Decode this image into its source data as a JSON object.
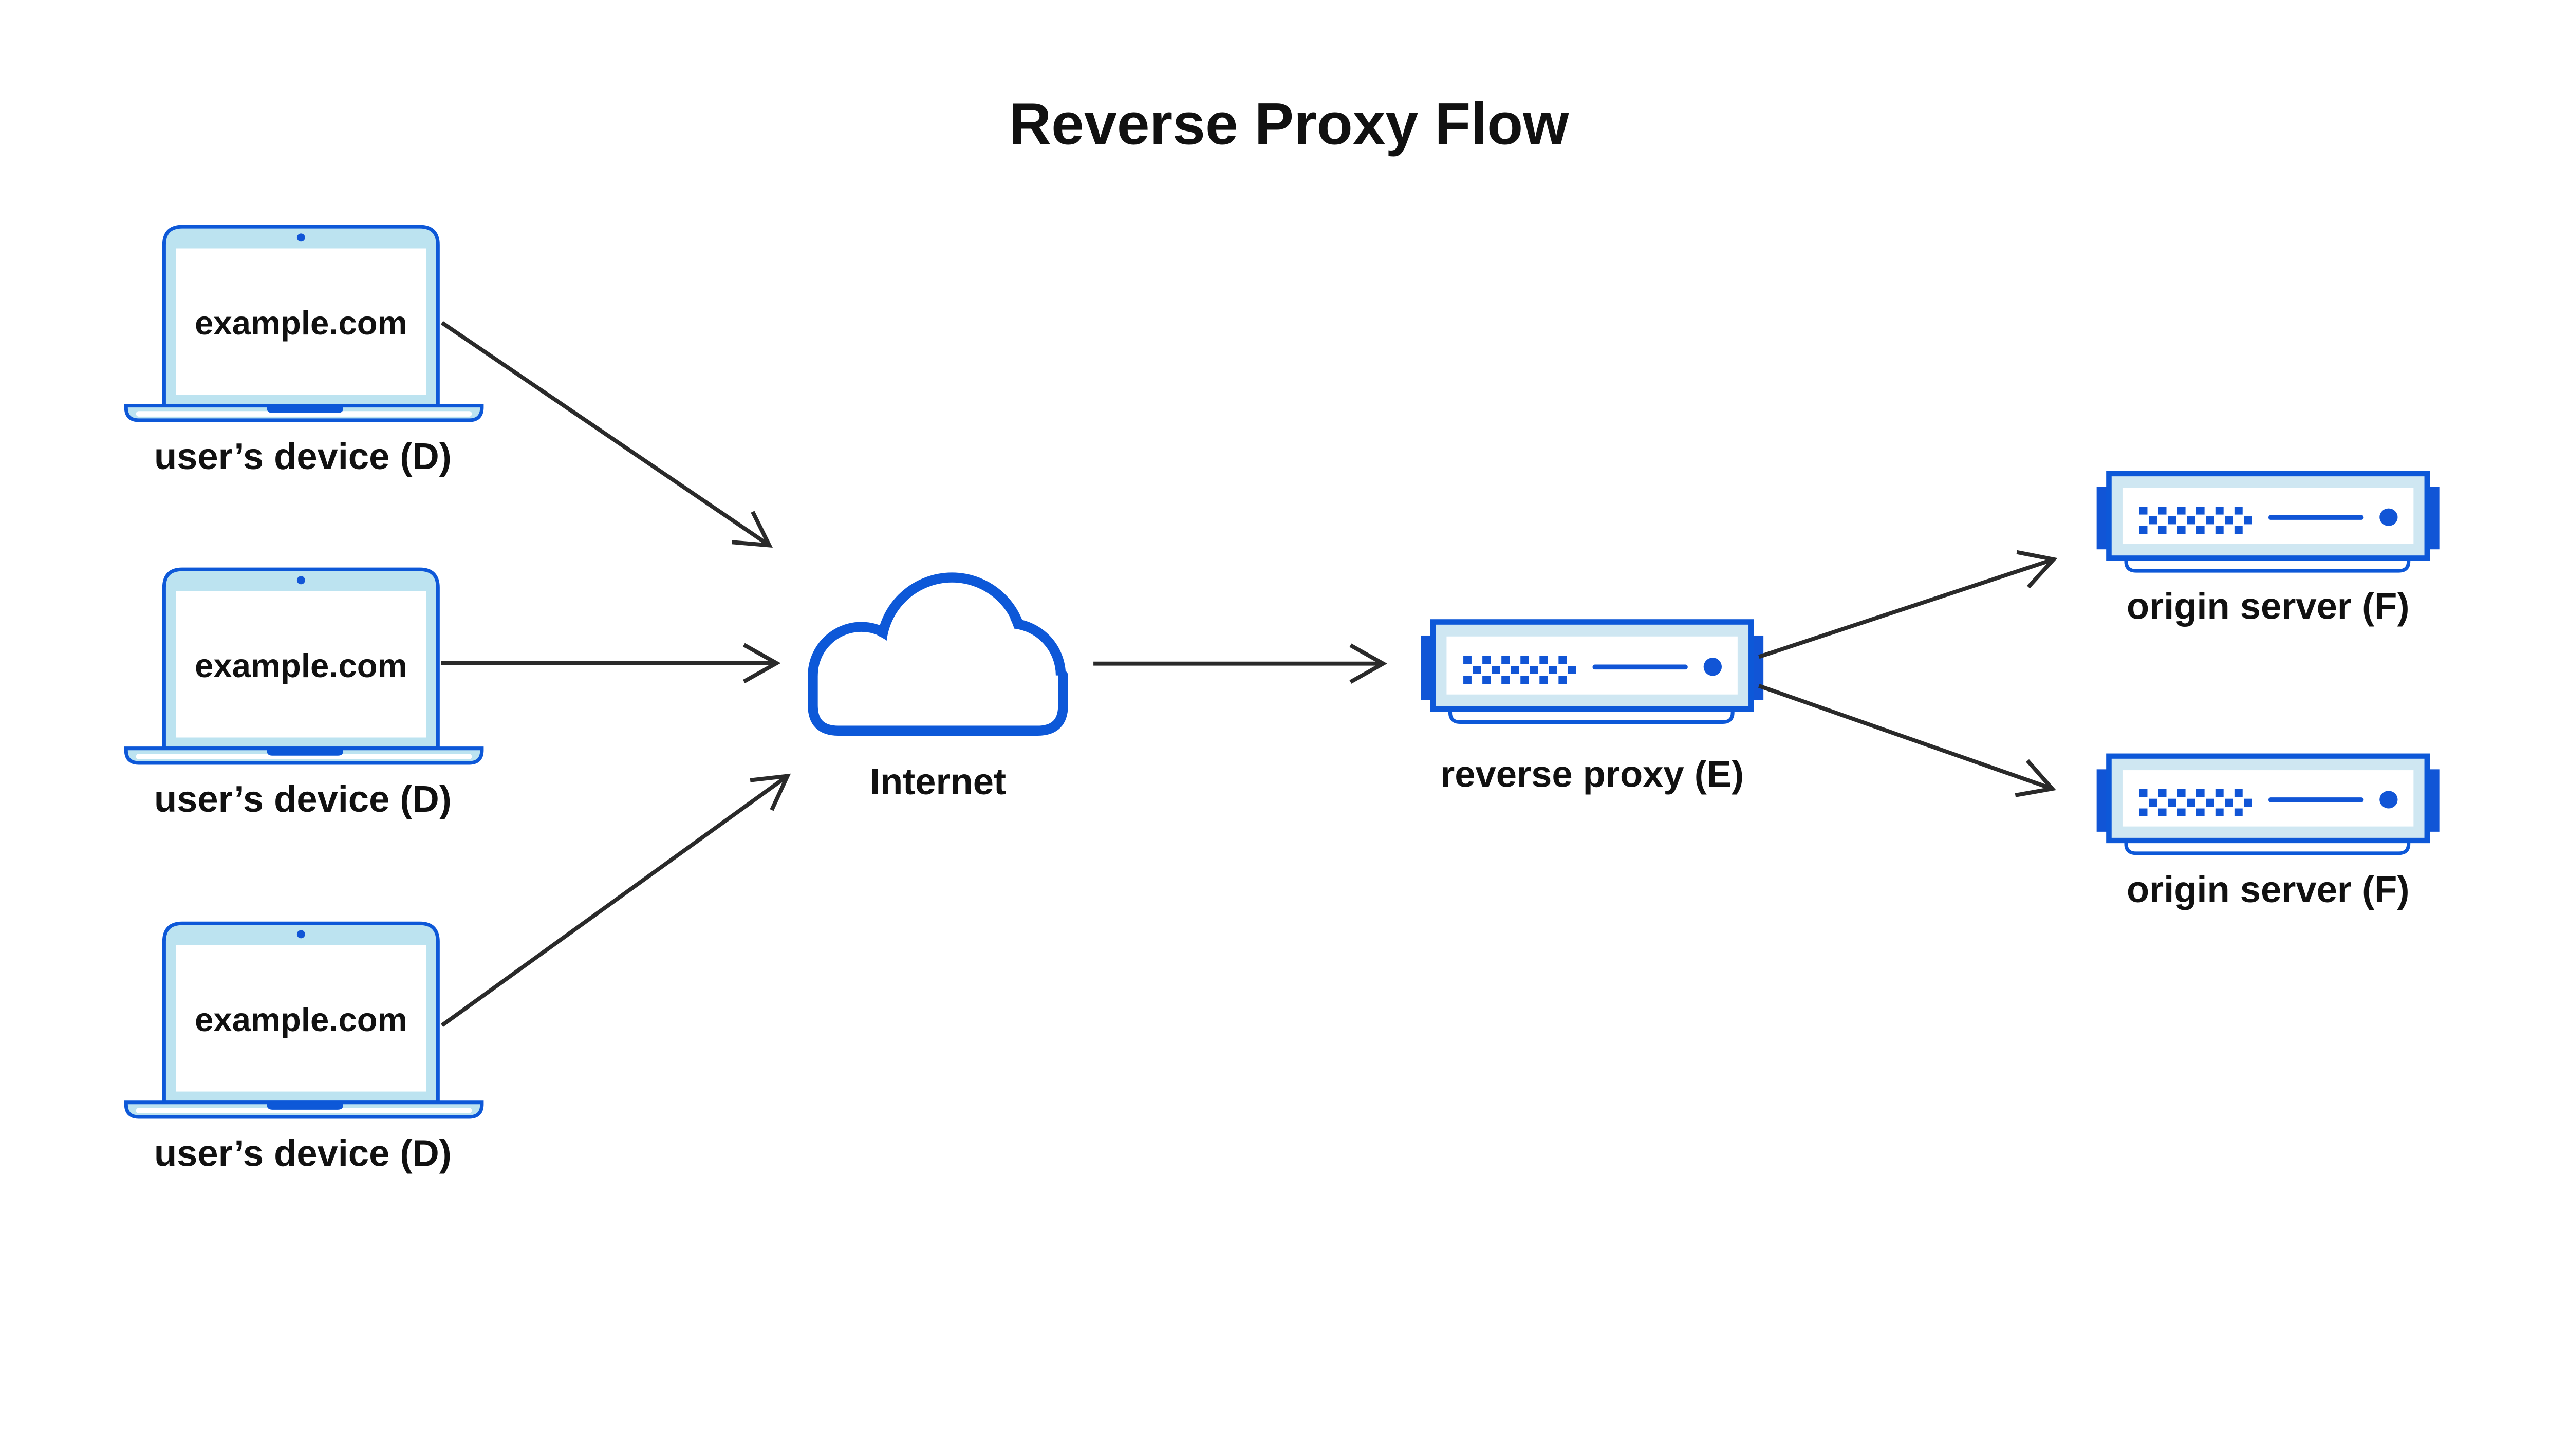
{
  "title": "Reverse Proxy Flow",
  "nodes": {
    "devices": [
      {
        "screen_text": "example.com",
        "label": "user’s device (D)"
      },
      {
        "screen_text": "example.com",
        "label": "user’s device (D)"
      },
      {
        "screen_text": "example.com",
        "label": "user’s device (D)"
      }
    ],
    "internet": {
      "label": "Internet"
    },
    "reverse_proxy": {
      "label": "reverse proxy (E)"
    },
    "origin_servers": [
      {
        "label": "origin server (F)"
      },
      {
        "label": "origin server (F)"
      }
    ]
  },
  "edges": [
    {
      "from": "user’s device (D)",
      "to": "Internet"
    },
    {
      "from": "user’s device (D)",
      "to": "Internet"
    },
    {
      "from": "user’s device (D)",
      "to": "Internet"
    },
    {
      "from": "Internet",
      "to": "reverse proxy (E)"
    },
    {
      "from": "reverse proxy (E)",
      "to": "origin server (F)"
    },
    {
      "from": "reverse proxy (E)",
      "to": "origin server (F)"
    }
  ],
  "colors": {
    "stroke_blue": "#0D58D8",
    "fill_blue": "#1155D6",
    "laptop_body_bg": "#BCE3F0",
    "server_frame_bg": "#CFE7F2",
    "arrow": "#2A2A2A",
    "text": "#111111",
    "background": "#FFFFFF"
  }
}
